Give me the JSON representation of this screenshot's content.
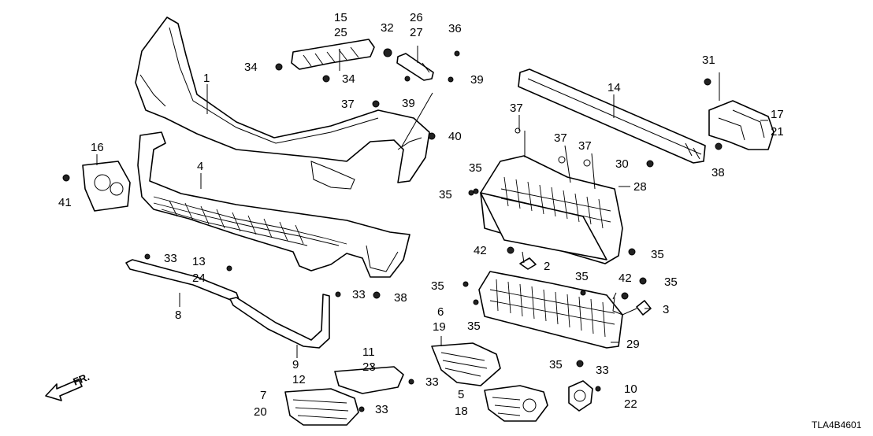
{
  "diagram_code": "TLA4B4601",
  "direction_label": "FR.",
  "part_numbers": {
    "p1": "1",
    "p2": "2",
    "p3": "3",
    "p4": "4",
    "p5": "5",
    "p6": "6",
    "p7": "7",
    "p8": "8",
    "p9": "9",
    "p10": "10",
    "p11": "11",
    "p12": "12",
    "p13": "13",
    "p14": "14",
    "p15": "15",
    "p16": "16",
    "p17": "17",
    "p18": "18",
    "p19": "19",
    "p20": "20",
    "p21": "21",
    "p22": "22",
    "p23": "23",
    "p24": "24",
    "p25": "25",
    "p26": "26",
    "p27": "27",
    "p28": "28",
    "p29": "29",
    "p30": "30",
    "p31": "31",
    "p32": "32",
    "p33": "33",
    "p34": "34",
    "p35": "35",
    "p36": "36",
    "p37": "37",
    "p38": "38",
    "p39": "39",
    "p40": "40",
    "p41": "41",
    "p42": "42"
  }
}
